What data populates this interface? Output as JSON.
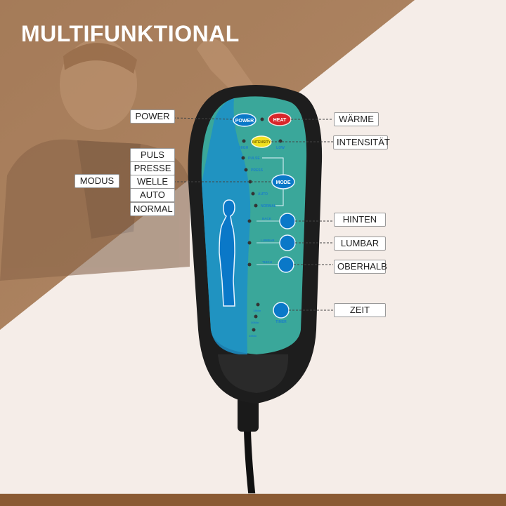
{
  "title": "MULTIFUNKTIONAL",
  "remote_buttons": {
    "power": "POWER",
    "heat": "HEAT",
    "intensity": "INTENSITY",
    "high": "HIGH",
    "low": "LOW",
    "mode": "MODE",
    "pulse": "PULSE",
    "press": "PRESS",
    "auto": "AUTO",
    "normal": "NORMAL",
    "back": "BACK",
    "lumbar": "LUMBAR",
    "thigh": "THIGH",
    "timer": "TIMER",
    "t15": "15Min",
    "t30": "30Min",
    "t45": "45Min"
  },
  "callouts_left": {
    "power": "POWER",
    "modus": "MODUS",
    "modes": [
      "PULS",
      "PRESSE",
      "WELLE",
      "AUTO",
      "NORMAL"
    ]
  },
  "callouts_right": {
    "waerme": "WÄRME",
    "intensitaet": "INTENSITÄT",
    "hinten": "HINTEN",
    "lumbar": "LUMBAR",
    "oberhalb": "OBERHALB",
    "zeit": "ZEIT"
  },
  "colors": {
    "photo_tint": "#a67c5b",
    "background": "#f5ede8",
    "bottom_bar": "#8a5a33",
    "panel_teal": "#3aa79a",
    "panel_blue": "#1c8fc8",
    "button_blue": "#0a78c8",
    "heat_red": "#d9262b",
    "intensity_yellow": "#f0e020"
  }
}
